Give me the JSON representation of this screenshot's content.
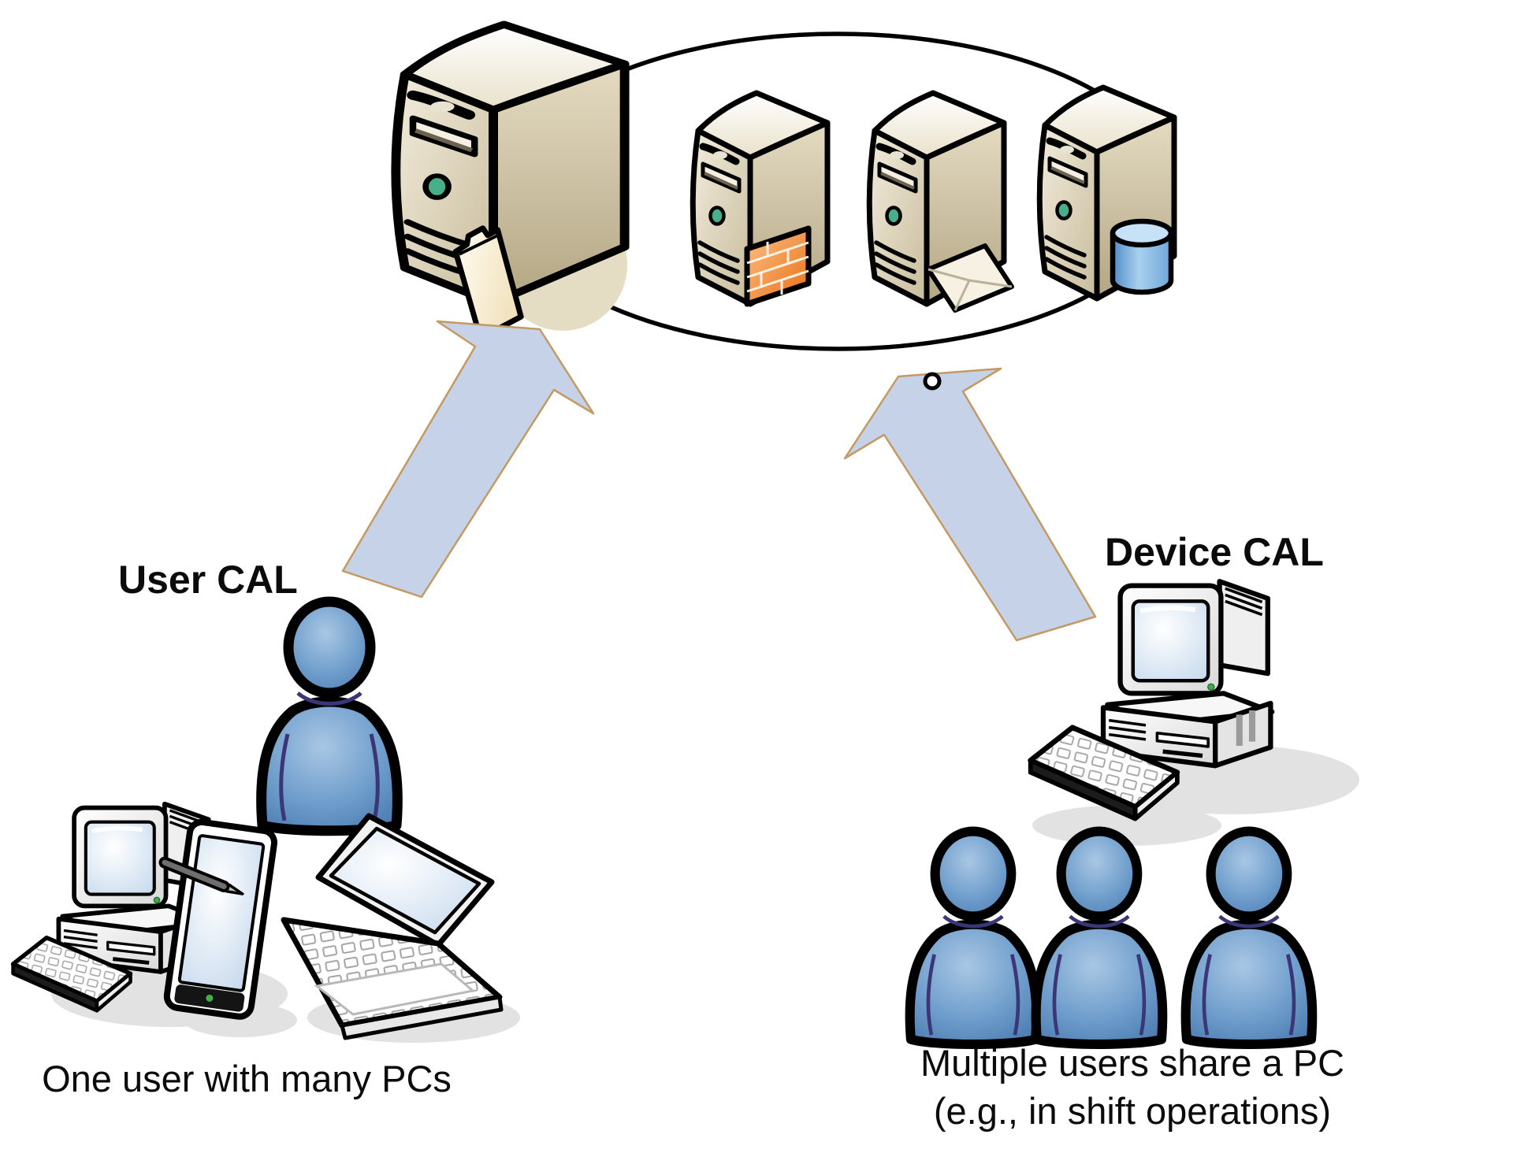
{
  "labels": {
    "user_cal": "User CAL",
    "device_cal": "Device CAL",
    "caption_left": "One user with many PCs",
    "caption_right_line1": "Multiple users share a PC",
    "caption_right_line2": "(e.g., in shift operations)"
  },
  "icons": {
    "server_group": [
      "file-server-with-folder",
      "firewall-server",
      "mail-server",
      "database-server"
    ],
    "user_cal_side": [
      "person",
      "desktop-pc",
      "keyboard",
      "tablet-with-stylus",
      "laptop"
    ],
    "device_cal_side": [
      "desktop-pc",
      "keyboard",
      "person",
      "person",
      "person"
    ],
    "connectors": [
      "arrow-user-to-servers",
      "arrow-device-to-servers",
      "server-group-ellipse"
    ]
  },
  "colors": {
    "arrow_fill": "#C5D2E7",
    "arrow_border": "#C49A62",
    "person_blue_light": "#A9C7E4",
    "person_blue_dark": "#4878AE",
    "person_inner_line": "#3A3678",
    "server_front": "#D9CFB4",
    "server_side": "#C2B493",
    "server_roof": "#F7F4EA",
    "led_green": "#47B08A",
    "firewall_orange": "#EC7D1E",
    "database_blue": "#7FB2E0",
    "folder_cream": "#F7EBCB",
    "screen_blue": "#CCDEF0",
    "outline_black": "#000000"
  }
}
